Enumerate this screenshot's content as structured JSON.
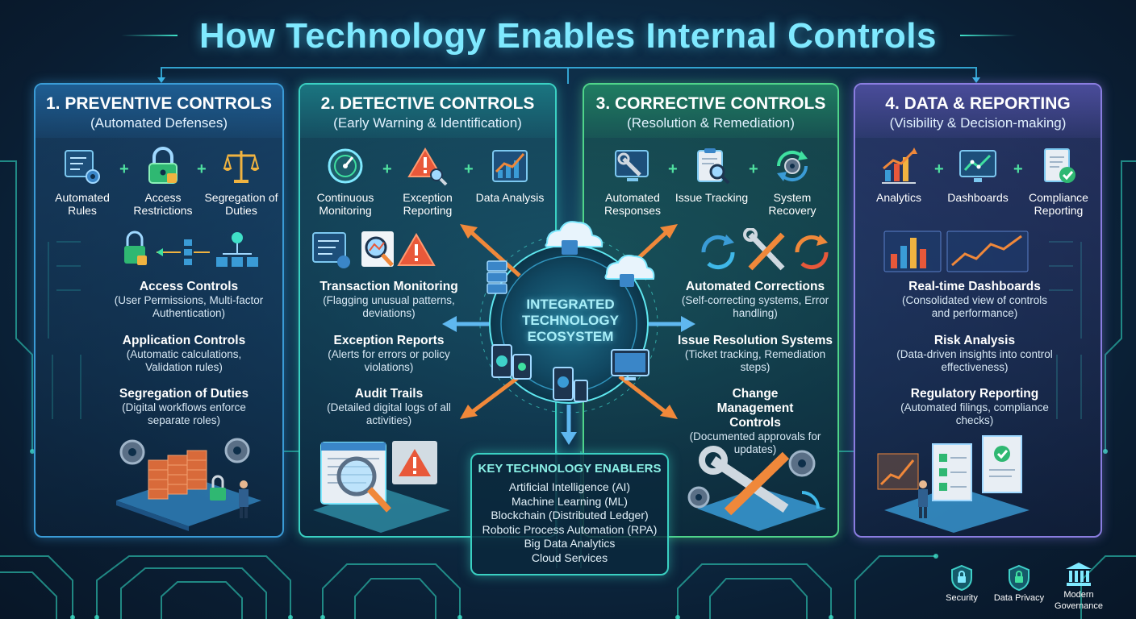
{
  "title": "How Technology Enables Internal Controls",
  "colors": {
    "preventive": "#3a9bd6",
    "detective": "#3ad0c2",
    "corrective": "#4fd48a",
    "reporting": "#8a7de0",
    "title": "#7fe9ff"
  },
  "panels": [
    {
      "title": "1. PREVENTIVE CONTROLS",
      "subtitle": "(Automated Defenses)",
      "icons": [
        {
          "label": "Automated Rules",
          "icon": "checklist-gear-icon"
        },
        {
          "label": "Access Restrictions",
          "icon": "padlock-icon"
        },
        {
          "label": "Segregation of Duties",
          "icon": "scales-icon"
        }
      ],
      "blocks": [
        {
          "title": "Access Controls",
          "desc": "(User Permissions, Multi-factor Authentication)"
        },
        {
          "title": "Application Controls",
          "desc": "(Automatic calculations, Validation rules)"
        },
        {
          "title": "Segregation of Duties",
          "desc": "(Digital workflows enforce separate roles)"
        }
      ]
    },
    {
      "title": "2. DETECTIVE CONTROLS",
      "subtitle": "(Early Warning & Identification)",
      "icons": [
        {
          "label": "Continuous Monitoring",
          "icon": "gauge-icon"
        },
        {
          "label": "Exception Reporting",
          "icon": "warning-magnifier-icon"
        },
        {
          "label": "Data Analysis",
          "icon": "line-chart-icon"
        }
      ],
      "blocks": [
        {
          "title": "Transaction Monitoring",
          "desc": "(Flagging unusual patterns, deviations)"
        },
        {
          "title": "Exception Reports",
          "desc": "(Alerts for errors or policy violations)"
        },
        {
          "title": "Audit Trails",
          "desc": "(Detailed digital logs of all activities)"
        }
      ]
    },
    {
      "title": "3. CORRECTIVE CONTROLS",
      "subtitle": "(Resolution & Remediation)",
      "icons": [
        {
          "label": "Automated Responses",
          "icon": "wrench-screen-icon"
        },
        {
          "label": "Issue Tracking",
          "icon": "clipboard-magnifier-icon"
        },
        {
          "label": "System Recovery",
          "icon": "gear-refresh-icon"
        }
      ],
      "blocks": [
        {
          "title": "Automated Corrections",
          "desc": "(Self-correcting systems, Error handling)"
        },
        {
          "title": "Issue Resolution Systems",
          "desc": "(Ticket tracking, Remediation steps)"
        },
        {
          "title": "Change Management Controls",
          "desc": "(Documented approvals for updates)"
        }
      ]
    },
    {
      "title": "4. DATA & REPORTING",
      "subtitle": "(Visibility & Decision-making)",
      "icons": [
        {
          "label": "Analytics",
          "icon": "bar-chart-icon"
        },
        {
          "label": "Dashboards",
          "icon": "dashboard-icon"
        },
        {
          "label": "Compliance Reporting",
          "icon": "document-check-icon"
        }
      ],
      "blocks": [
        {
          "title": "Real-time Dashboards",
          "desc": "(Consolidated view of controls and performance)"
        },
        {
          "title": "Risk Analysis",
          "desc": "(Data-driven insights into control effectiveness)"
        },
        {
          "title": "Regulatory Reporting",
          "desc": "(Automated filings, compliance checks)"
        }
      ]
    }
  ],
  "center": {
    "line1": "INTEGRATED",
    "line2": "TECHNOLOGY",
    "line3": "ECOSYSTEM"
  },
  "enablers": {
    "title": "KEY TECHNOLOGY ENABLERS",
    "items": [
      "Artificial Intelligence (AI)",
      "Machine Learning (ML)",
      "Blockchain (Distributed Ledger)",
      "Robotic Process Automation (RPA)",
      "Big Data Analytics",
      "Cloud Services"
    ]
  },
  "badges": [
    {
      "label": "Security",
      "icon": "shield-lock-icon"
    },
    {
      "label": "Data Privacy",
      "icon": "shield-padlock-icon"
    },
    {
      "label1": "Modern",
      "label2": "Governance",
      "icon": "institution-icon"
    }
  ]
}
